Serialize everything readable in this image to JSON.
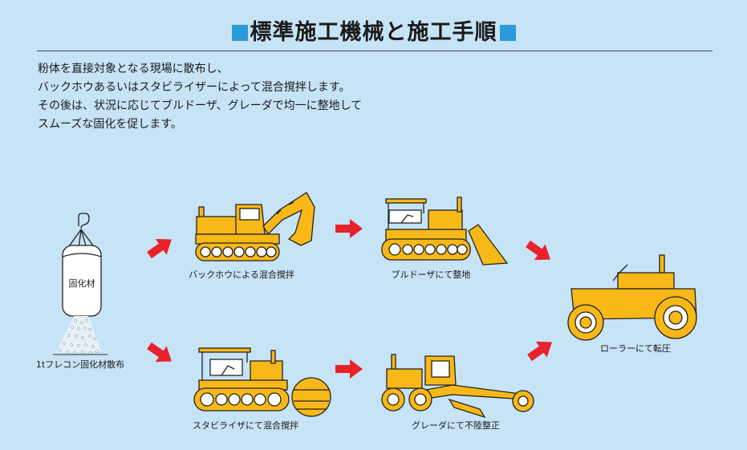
{
  "title": "標準施工機械と施工手順",
  "colors": {
    "accent_square": "#2b9bd8",
    "background": "#c7e3f6",
    "machine": "#f8b817",
    "arrow": "#e8212b"
  },
  "intro_lines": [
    "粉体を直接対象となる現場に散布し、",
    "バックホウあるいはスタビライザーによって混合撹拌します。",
    "その後は、状況に応じてブルドーザ、グレーダで均一に整地して",
    "スムーズな固化を促します。"
  ],
  "bag_label": "固化材",
  "captions": {
    "bag": "1tフレコン固化材散布",
    "backhoe": "バックホウによる混合撹拌",
    "bulldozer": "ブルドーザにて整地",
    "roller": "ローラーにて転圧",
    "stabilizer": "スタビライザにて混合撹拌",
    "grader": "グレーダにて不陸整正"
  }
}
